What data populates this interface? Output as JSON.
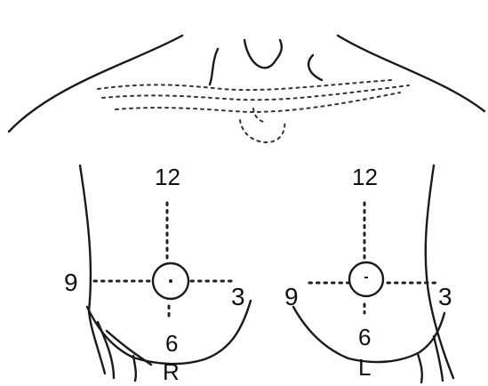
{
  "diagram": {
    "right_breast": {
      "clock_12": "12",
      "clock_3": "3",
      "clock_6": "6",
      "clock_9": "9",
      "side_label": "R"
    },
    "left_breast": {
      "clock_12": "12",
      "clock_3": "3",
      "clock_6": "6",
      "clock_9": "9",
      "side_label": "L"
    }
  },
  "colors": {
    "ink": "#111111",
    "background": "#ffffff"
  }
}
